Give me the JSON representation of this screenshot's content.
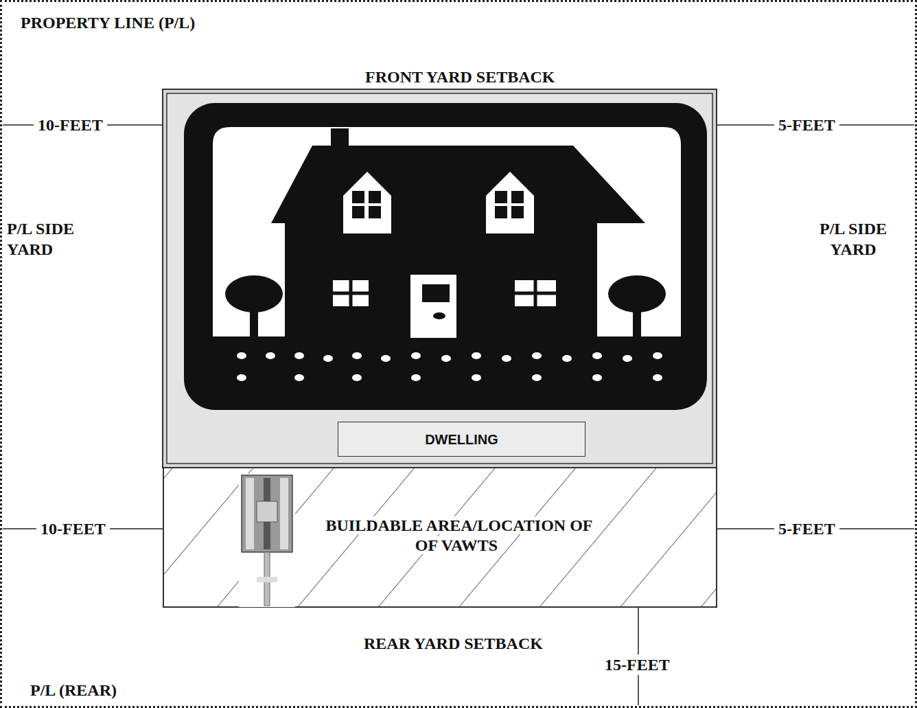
{
  "diagram": {
    "nodes": [
      {
        "text": [
          "PROPERTY LINE (P/L)"
        ]
      },
      {
        "text": [
          "DWELLING"
        ],
        "in": 0
      },
      {
        "text": [
          "BUILDABLE AREA/LOCATION OF OF VAWTS"
        ],
        "in": 0
      }
    ],
    "labels": [
      "FRONT YARD SETBACK",
      "10-FEET",
      "5-FEET",
      "P/L SIDE YARD",
      "P/L SIDE YARD",
      "10-FEET",
      "5-FEET",
      "REAR YARD SETBACK",
      "15-FEET",
      "P/L (REAR)"
    ]
  }
}
